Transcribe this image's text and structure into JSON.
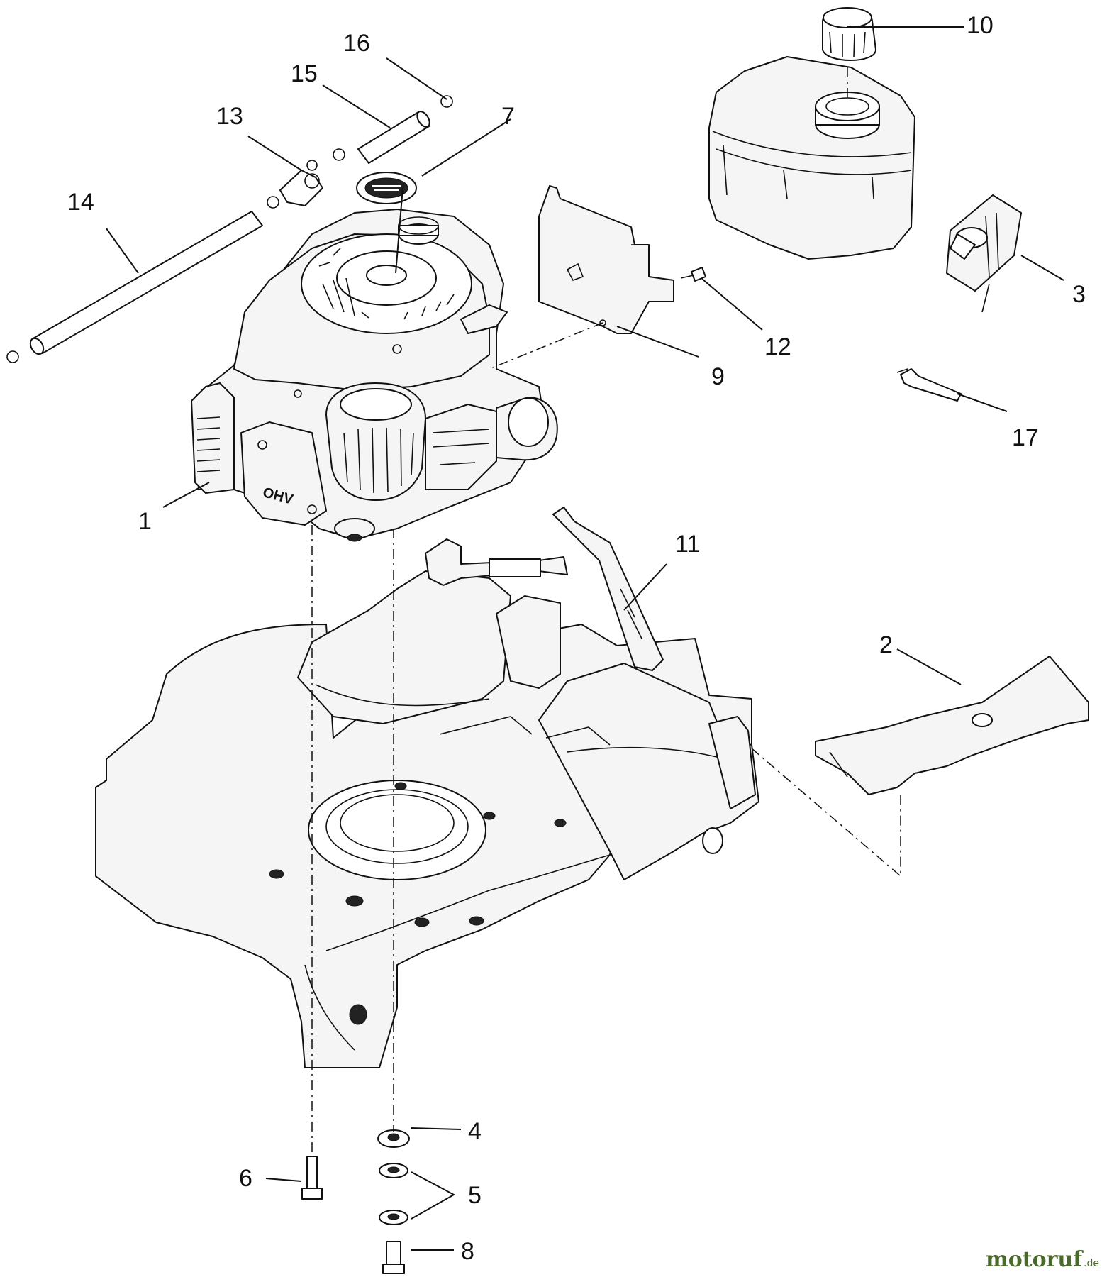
{
  "callouts": {
    "c1": "1",
    "c2": "2",
    "c3": "3",
    "c4": "4",
    "c5": "5",
    "c6": "6",
    "c7": "7",
    "c8": "8",
    "c9": "9",
    "c10": "10",
    "c11": "11",
    "c12": "12",
    "c13": "13",
    "c14": "14",
    "c15": "15",
    "c16": "16",
    "c17": "17"
  },
  "watermark": {
    "text": "motoruf",
    "suffix": ".de"
  },
  "colors": {
    "line": "#111111",
    "watermark": "#4a6a2c",
    "watermark_accent": "#c0392b"
  }
}
